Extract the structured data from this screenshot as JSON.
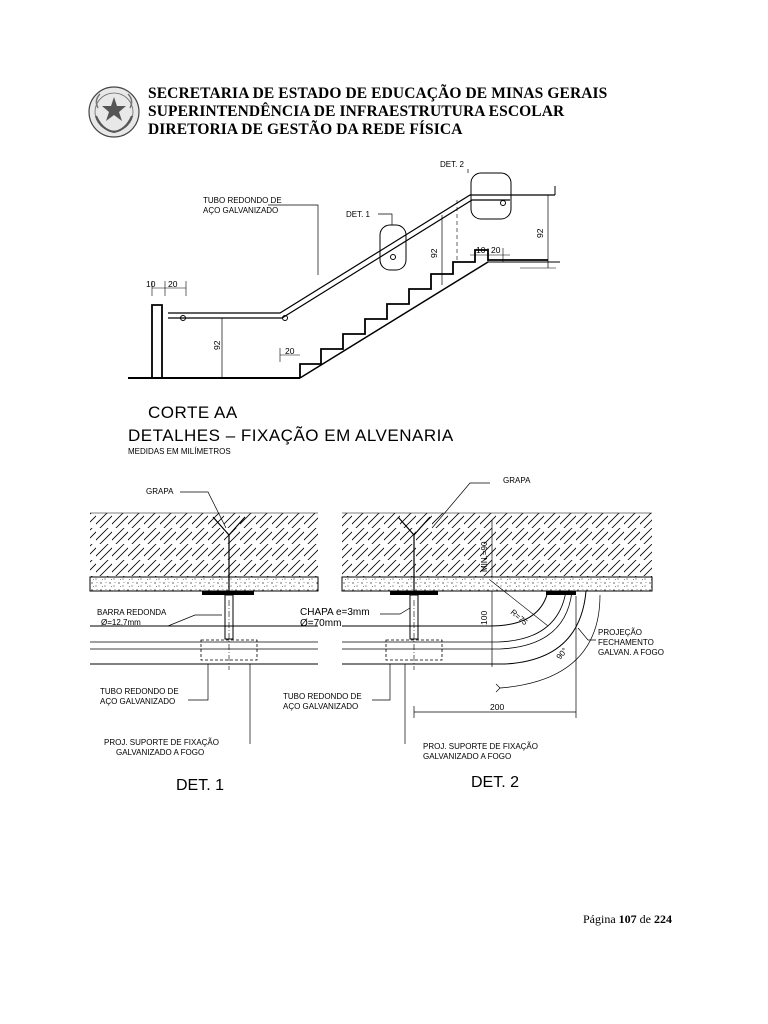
{
  "header": {
    "seal_icon": "state-seal-icon",
    "lines": [
      "SECRETARIA DE ESTADO DE EDUCAÇÃO DE MINAS GERAIS",
      "SUPERINTENDÊNCIA DE INFRAESTRUTURA ESCOLAR",
      "DIRETORIA DE GESTÃO DA REDE FÍSICA"
    ]
  },
  "section": {
    "labels": {
      "tube": [
        "TUBO REDONDO DE",
        "AÇO GALVANIZADO"
      ],
      "det1": "DET. 1",
      "det2": "DET. 2"
    },
    "dims": {
      "left_10": "10",
      "left_20": "20",
      "right_10": "10",
      "right_20": "20",
      "h_92_left": "92",
      "h_92_mid": "92",
      "h_92_right": "92",
      "step_20": "20"
    }
  },
  "titles": {
    "corte": "CORTE AA",
    "detalhes": "DETALHES – FIXAÇÃO EM ALVENARIA",
    "medidas": "MEDIDAS EM MILÍMETROS"
  },
  "det1": {
    "grapa": "GRAPA",
    "barra": [
      "BARRA REDONDA",
      "Ø=12,7mm"
    ],
    "tubo": [
      "TUBO REDONDO DE",
      "AÇO GALVANIZADO"
    ],
    "proj": [
      "PROJ. SUPORTE DE FIXAÇÃO",
      "GALVANIZADO A FOGO"
    ],
    "label": "DET. 1"
  },
  "det2": {
    "grapa": "GRAPA",
    "min90": "MIN.=90",
    "chapa": [
      "CHAPA e=3mm",
      "Ø=70mm"
    ],
    "r75": "R=75",
    "dim100": "100",
    "angle": "90°",
    "projecao": [
      "PROJEÇÃO",
      "FECHAMENTO",
      "GALVAN. A FOGO"
    ],
    "dim200": "200",
    "tubo": [
      "TUBO REDONDO DE",
      "AÇO GALVANIZADO"
    ],
    "proj": [
      "PROJ. SUPORTE DE FIXAÇÃO",
      "GALVANIZADO A FOGO"
    ],
    "label": "DET. 2"
  },
  "footer": {
    "prefix": "Página",
    "current": "107",
    "middle": "de",
    "total": "224"
  }
}
